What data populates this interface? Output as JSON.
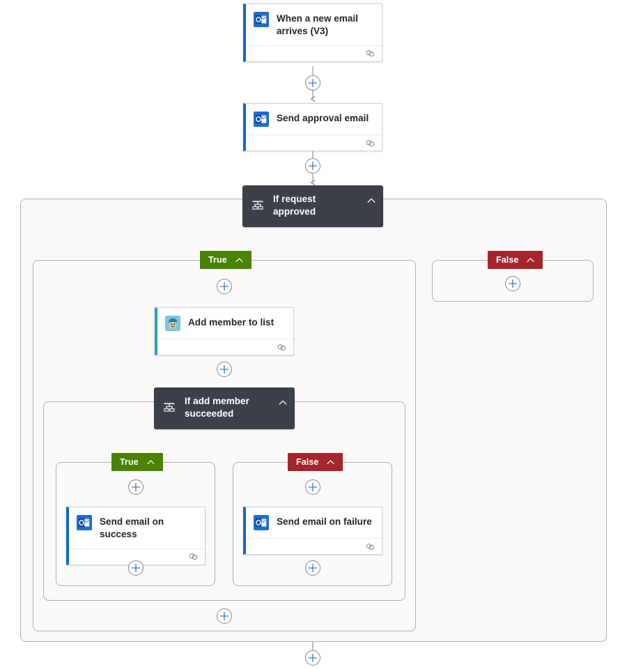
{
  "flow": {
    "title": "Power Automate flow designer canvas",
    "colors": {
      "accent_blue": "#0f6cbd",
      "accent_teal": "#2a9fc4",
      "condition_bg": "#3b4049",
      "true_badge": "#498205",
      "false_badge": "#a4262c",
      "connector": "#a19f9d",
      "scope_border": "#b3b0ad",
      "scope_fill": "#faf9f8",
      "plus_icon": "#3a7ebf"
    },
    "nodes": [
      {
        "id": "trigger",
        "kind": "action",
        "title": "When a new email arrives (V3)",
        "icon": "outlook-icon",
        "accent": "blue",
        "footer_icon": "chain-icon"
      },
      {
        "id": "send-approval",
        "kind": "action",
        "title": "Send approval email",
        "icon": "outlook-icon",
        "accent": "blue",
        "footer_icon": "chain-icon"
      },
      {
        "id": "if-request-approved",
        "kind": "condition",
        "title": "If request approved",
        "icon": "condition-icon",
        "chevron": "chevron-up-icon"
      },
      {
        "id": "add-member",
        "kind": "action",
        "title": "Add member to list",
        "icon": "mailchimp-icon",
        "accent": "teal",
        "footer_icon": "chain-icon"
      },
      {
        "id": "if-add-member-succeeded",
        "kind": "condition",
        "title": "If add member succeeded",
        "icon": "condition-icon",
        "chevron": "chevron-up-icon"
      },
      {
        "id": "send-success",
        "kind": "action",
        "title": "Send email on success",
        "icon": "outlook-icon",
        "accent": "blue",
        "footer_icon": "chain-icon"
      },
      {
        "id": "send-failure",
        "kind": "action",
        "title": "Send email on failure",
        "icon": "outlook-icon",
        "accent": "blue",
        "footer_icon": "chain-icon"
      }
    ],
    "branches": {
      "outer_true": "True",
      "outer_false": "False",
      "inner_true": "True",
      "inner_false": "False"
    },
    "add_buttons": [
      {
        "id": "add-after-trigger",
        "label": "+"
      },
      {
        "id": "add-after-send-approval",
        "label": "+"
      },
      {
        "id": "add-in-false-branch",
        "label": "+"
      },
      {
        "id": "add-before-add-member",
        "label": "+"
      },
      {
        "id": "add-after-add-member",
        "label": "+"
      },
      {
        "id": "add-before-send-success",
        "label": "+"
      },
      {
        "id": "add-before-send-failure",
        "label": "+"
      },
      {
        "id": "add-after-send-success",
        "label": "+"
      },
      {
        "id": "add-after-send-failure",
        "label": "+"
      },
      {
        "id": "add-after-inner-condition",
        "label": "+"
      },
      {
        "id": "add-after-outer-condition",
        "label": "+"
      }
    ]
  }
}
